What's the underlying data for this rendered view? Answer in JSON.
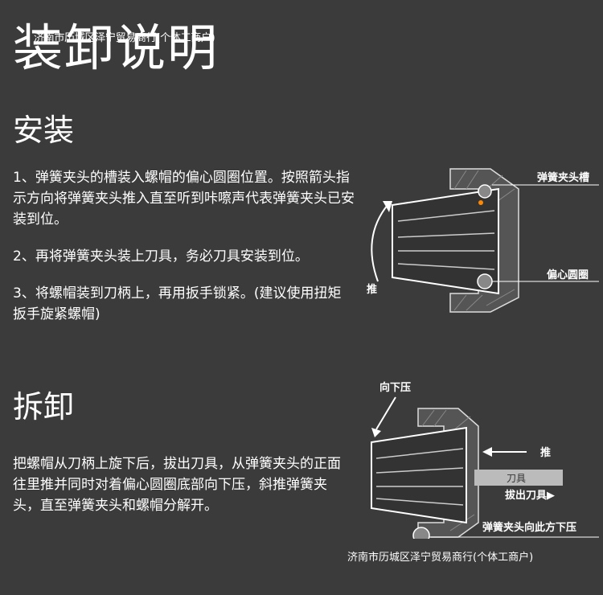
{
  "watermark": "济南市历城区泽宁贸易商行(个体工商户)",
  "title": "装卸说明",
  "install": {
    "heading": "安装",
    "step1": "1、弹簧夹头的槽装入螺帽的偏心圆圈位置。按照箭头指示方向将弹簧夹头推入直至听到咔嚓声代表弹簧夹头已安装到位。",
    "step2": "2、再将弹簧夹头装上刀具，务必刀具安装到位。",
    "step3": "3、将螺帽装到刀柄上，再用扳手锁紧。(建议使用扭矩扳手旋紧螺帽)",
    "diagram": {
      "label_groove": "弹簧夹头槽",
      "label_eccentric": "偏心圆圈",
      "label_push": "推"
    }
  },
  "remove": {
    "heading": "拆卸",
    "text": "把螺帽从刀柄上旋下后，拔出刀具，从弹簧夹头的正面往里推并同时对着偏心圆圈底部向下压，斜推弹簧夹头，直至弹簧夹头和螺帽分解开。",
    "diagram": {
      "label_press_down": "向下压",
      "label_push": "推",
      "label_tool": "刀具",
      "label_pull_tool": "拔出刀具▶",
      "label_collet_direction": "弹簧夹头向此方下压"
    }
  }
}
